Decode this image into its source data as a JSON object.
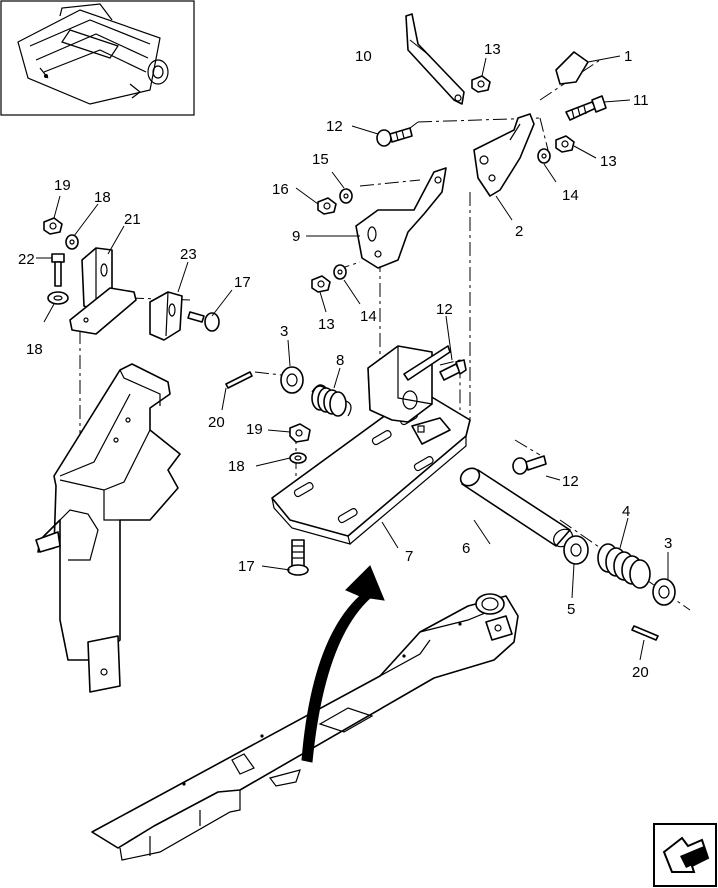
{
  "callouts": [
    {
      "id": "c1",
      "text": "1"
    },
    {
      "id": "c2",
      "text": "2"
    },
    {
      "id": "c3a",
      "text": "3"
    },
    {
      "id": "c3b",
      "text": "3"
    },
    {
      "id": "c4",
      "text": "4"
    },
    {
      "id": "c5",
      "text": "5"
    },
    {
      "id": "c6",
      "text": "6"
    },
    {
      "id": "c7",
      "text": "7"
    },
    {
      "id": "c8",
      "text": "8"
    },
    {
      "id": "c9",
      "text": "9"
    },
    {
      "id": "c10",
      "text": "10"
    },
    {
      "id": "c11",
      "text": "11"
    },
    {
      "id": "c12a",
      "text": "12"
    },
    {
      "id": "c12b",
      "text": "12"
    },
    {
      "id": "c12c",
      "text": "12"
    },
    {
      "id": "c13a",
      "text": "13"
    },
    {
      "id": "c13b",
      "text": "13"
    },
    {
      "id": "c13c",
      "text": "13"
    },
    {
      "id": "c14a",
      "text": "14"
    },
    {
      "id": "c14b",
      "text": "14"
    },
    {
      "id": "c15",
      "text": "15"
    },
    {
      "id": "c16",
      "text": "16"
    },
    {
      "id": "c17a",
      "text": "17"
    },
    {
      "id": "c17b",
      "text": "17"
    },
    {
      "id": "c18a",
      "text": "18"
    },
    {
      "id": "c18b",
      "text": "18"
    },
    {
      "id": "c18c",
      "text": "18"
    },
    {
      "id": "c19a",
      "text": "19"
    },
    {
      "id": "c19b",
      "text": "19"
    },
    {
      "id": "c20a",
      "text": "20"
    },
    {
      "id": "c20b",
      "text": "20"
    },
    {
      "id": "c21",
      "text": "21"
    },
    {
      "id": "c22",
      "text": "22"
    },
    {
      "id": "c23",
      "text": "23"
    }
  ],
  "icons": {
    "thumbnail": "machine-thumbnail-icon",
    "nav": "previous-page-arrow-icon"
  }
}
